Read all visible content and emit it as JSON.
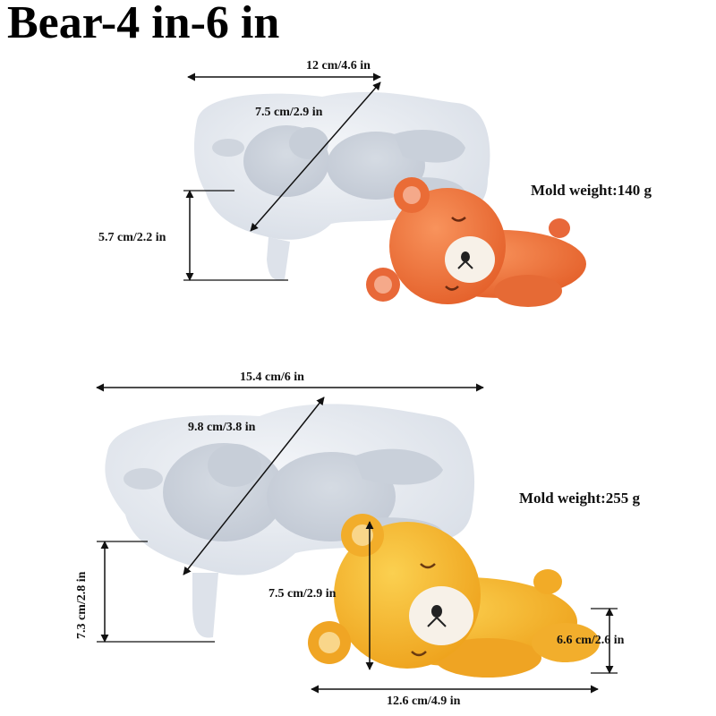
{
  "title": "Bear-4 in-6 in",
  "small_mold": {
    "width_label": "12 cm/4.6 in",
    "diagonal_label": "7.5 cm/2.9 in",
    "height_label": "5.7 cm/2.2 in",
    "weight_label": "Mold weight:140 g",
    "bear_color": "#f0763e"
  },
  "large_mold": {
    "width_label": "15.4 cm/6 in",
    "diagonal_label": "9.8 cm/3.8 in",
    "height_label": "7.3 cm/2.8 in",
    "weight_label": "Mold weight:255 g",
    "bear_color": "#f6b52a",
    "bear_height_label": "7.5 cm/2.9 in",
    "bear_depth_label": "6.6 cm/2.6 in",
    "bear_length_label": "12.6 cm/4.9 in"
  }
}
